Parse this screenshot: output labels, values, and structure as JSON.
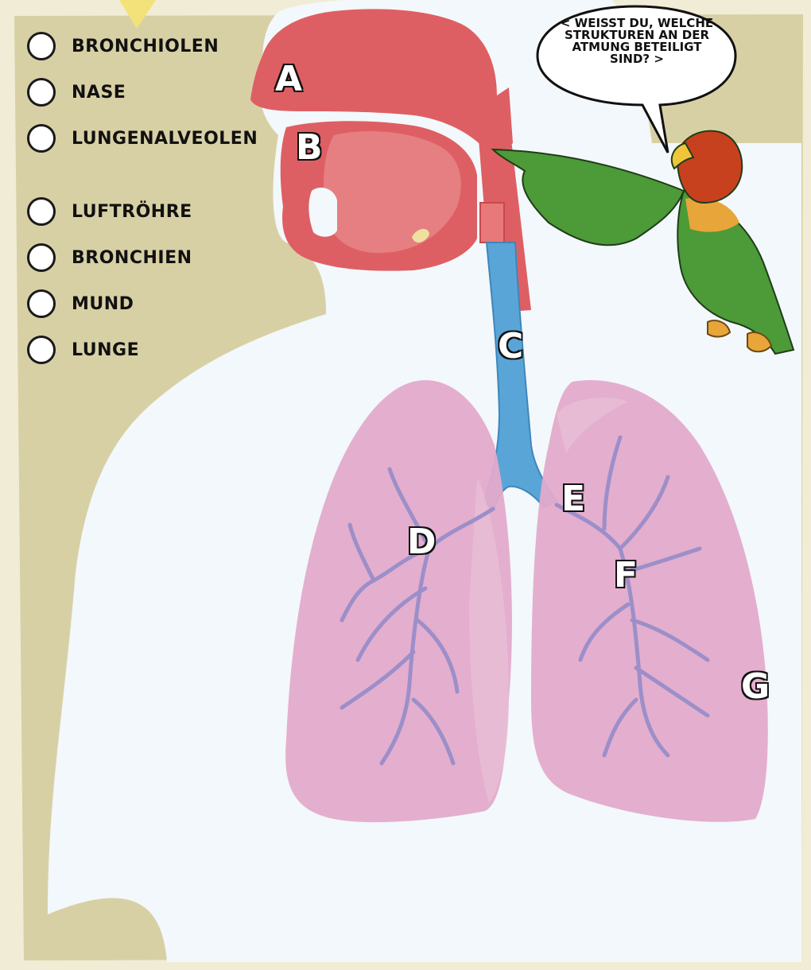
{
  "answers": [
    {
      "label": "BRONCHIOLEN"
    },
    {
      "label": "NASE"
    },
    {
      "label": "LUNGENALVEOLEN"
    },
    {
      "label": "LUFTRÖHRE"
    },
    {
      "label": "BRONCHIEN"
    },
    {
      "label": "MUND"
    },
    {
      "label": "LUNGE"
    }
  ],
  "markers": {
    "a": "A",
    "b": "B",
    "c": "C",
    "d": "D",
    "e": "E",
    "f": "F",
    "g": "G"
  },
  "speech_bubble": {
    "text": "< WEISST DU, WELCHE STRUKTUREN AN DER ATMUNG BETEILIGT SIND? >"
  },
  "colors": {
    "background": "#f1ecd6",
    "khaki_panel": "#d8d0a5",
    "body_silhouette": "#f2f8fb",
    "airway_red": "#de5f63",
    "trachea_blue": "#5aa5d8",
    "lung_pink": "#e3aacb",
    "bronchi_purple": "#9c8fc9",
    "parrot_green": "#4c9a38",
    "parrot_head": "#c8411f"
  }
}
